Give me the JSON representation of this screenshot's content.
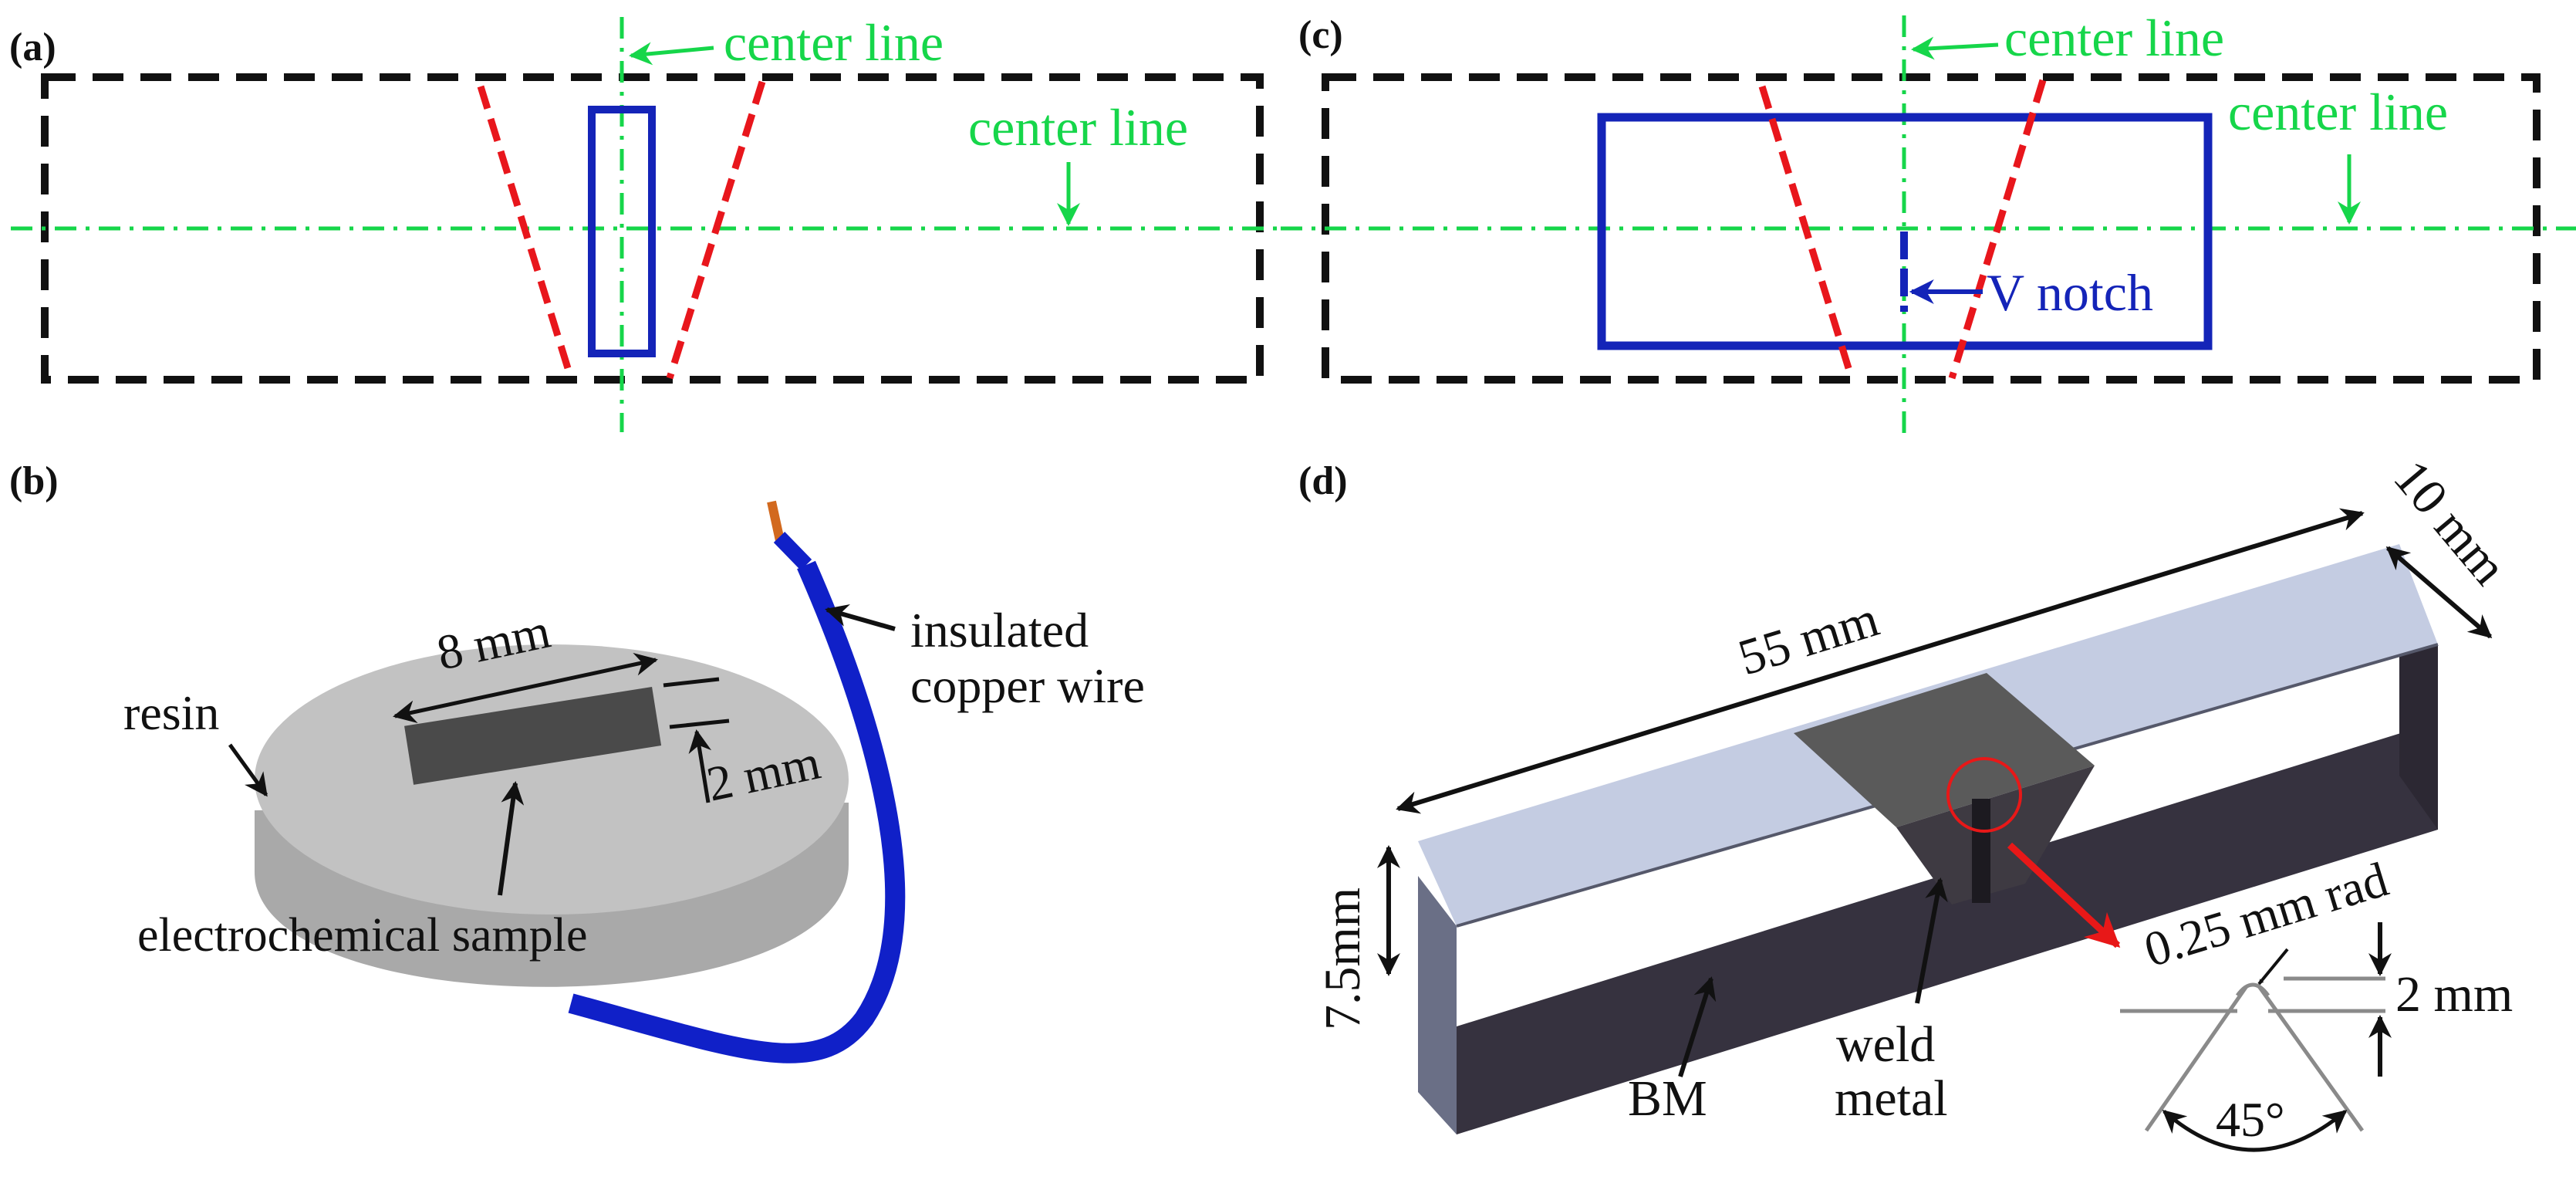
{
  "panels": {
    "a": {
      "label": "(a)",
      "center_line_vertical": "center line",
      "center_line_horizontal": "center line"
    },
    "b": {
      "label": "(b)",
      "length_label": "8 mm",
      "width_label": "2 mm",
      "resin_label": "resin",
      "sample_label": "electrochemical sample",
      "wire_label_line1": "insulated",
      "wire_label_line2": "copper wire"
    },
    "c": {
      "label": "(c)",
      "center_line_vertical": "center line",
      "center_line_horizontal": "center line",
      "notch_label": "V notch"
    },
    "d": {
      "label": "(d)",
      "length_label": "55 mm",
      "width_label": "10 mm",
      "height_label": "7.5mm",
      "radius_label": "0.25 mm rad",
      "depth_label": "2 mm",
      "angle_label": "45°",
      "bm_label": "BM",
      "weld_label_line1": "weld",
      "weld_label_line2": "metal"
    }
  },
  "colors": {
    "outline_dashed": "#111111",
    "center_line": "#16d64a",
    "weld_boundary": "#e8161c",
    "sample_box": "#1424b8",
    "wire": "#1020c8",
    "wire_tip": "#d2691e",
    "resin_top": "#c2c2c2",
    "resin_side": "#a9a9a9",
    "sample": "#4a4a4a",
    "bar_top": "#c4cce2",
    "bar_front": "#36323f",
    "bar_side": "#2c2833",
    "weld_metal": "#5a5a5a",
    "arrow_red": "#e81818"
  }
}
